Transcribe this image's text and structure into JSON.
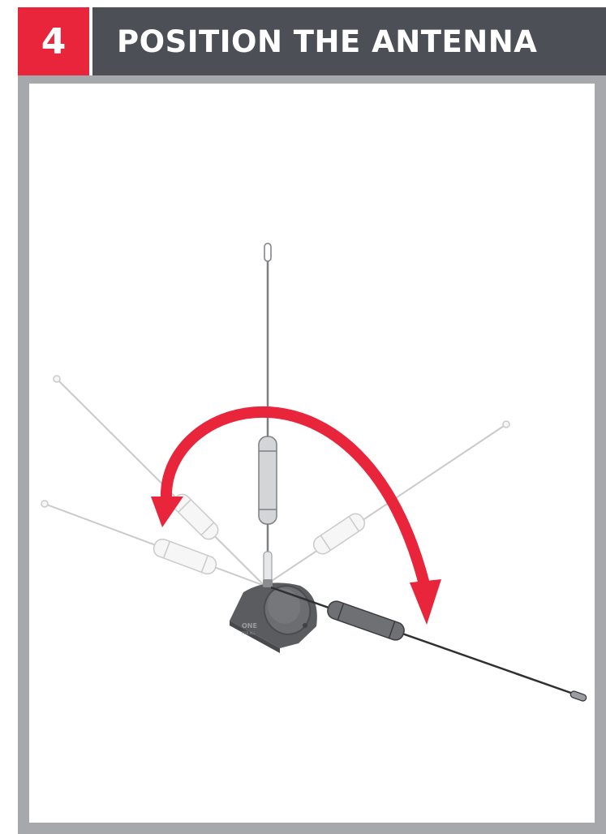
{
  "header": {
    "step_number": "4",
    "title": "POSITION THE ANTENNA"
  },
  "illustration": {
    "base_logo_line1": "ONE",
    "base_logo_line2": "FOR ALL",
    "arrow_color": "#e8253a",
    "frame_color": "#a6a8ab",
    "header_color": "#4c4f55"
  }
}
